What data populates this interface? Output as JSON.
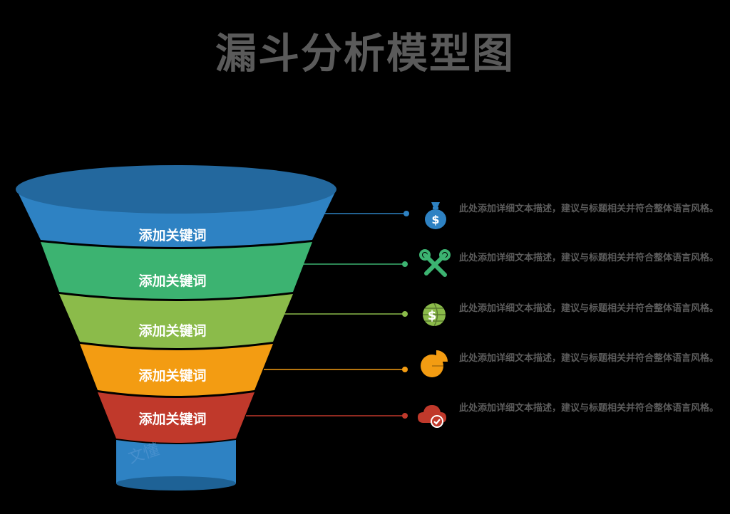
{
  "title": "漏斗分析模型图",
  "watermark": "文懂",
  "colors": {
    "blue": "#2E82C3",
    "blue_dark": "#1E6296",
    "green": "#3CB371",
    "olive": "#8BBB4A",
    "orange": "#F39C12",
    "red": "#C0392B",
    "text": "#5C5C5C"
  },
  "stages": [
    {
      "label": "添加关键词",
      "color": "#2E82C3",
      "icon": "money-bag-icon",
      "description": "此处添加详细文本描述，建议与标题相关并符合整体语言风格。"
    },
    {
      "label": "添加关键词",
      "color": "#3CB371",
      "icon": "tools-icon",
      "description": "此处添加详细文本描述，建议与标题相关并符合整体语言风格。"
    },
    {
      "label": "添加关键词",
      "color": "#8BBB4A",
      "icon": "globe-dollar-icon",
      "description": "此处添加详细文本描述，建议与标题相关并符合整体语言风格。"
    },
    {
      "label": "添加关键词",
      "color": "#F39C12",
      "icon": "pie-chart-icon",
      "description": "此处添加详细文本描述，建议与标题相关并符合整体语言风格。"
    },
    {
      "label": "添加关键词",
      "color": "#C0392B",
      "icon": "cloud-check-icon",
      "description": "此处添加详细文本描述，建议与标题相关并符合整体语言风格。"
    }
  ]
}
